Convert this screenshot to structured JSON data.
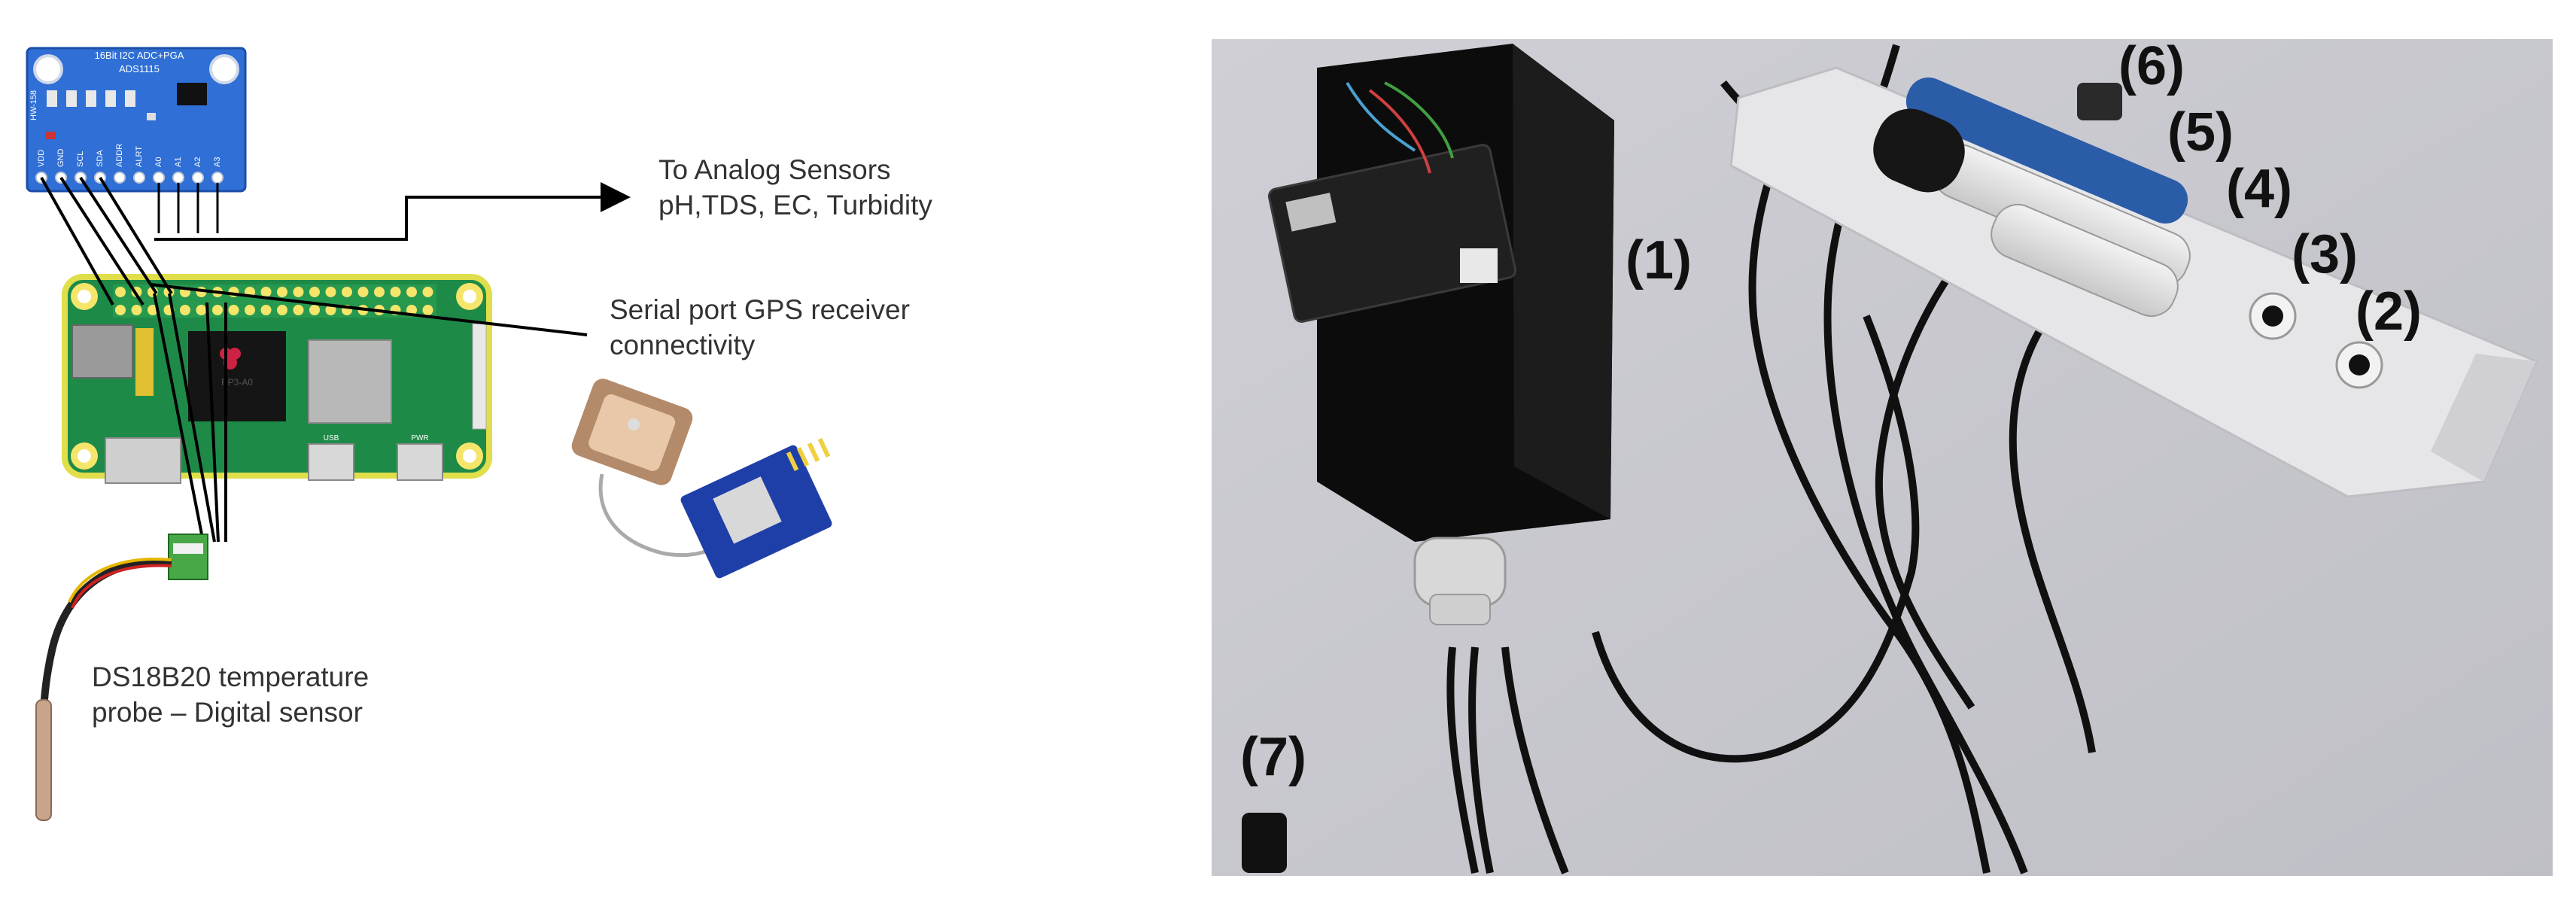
{
  "diagram": {
    "adc_board": {
      "line1": "16Bit I2C ADC+PGA",
      "line2": "ADS1115",
      "board_id": "HW-158",
      "pins": [
        "VDD",
        "GND",
        "SCL",
        "SDA",
        "ADDR",
        "ALRT",
        "A0",
        "A1",
        "A2",
        "A3"
      ]
    },
    "annotations": {
      "analog_line1": "To Analog Sensors",
      "analog_line2": "pH,TDS, EC, Turbidity",
      "gps_line1": "Serial port GPS receiver",
      "gps_line2": "connectivity",
      "temp_line1": "DS18B20 temperature",
      "temp_line2": "probe – Digital sensor"
    }
  },
  "photo": {
    "labels": [
      "(1)",
      "(2)",
      "(3)",
      "(4)",
      "(5)",
      "(6)",
      "(7)"
    ]
  },
  "colors": {
    "adc_board": "#2f6fd6",
    "pi_board": "#1e8a48",
    "pi_outline": "#e0de4a",
    "gps_module": "#1f3fa8",
    "wire": "#000000"
  }
}
